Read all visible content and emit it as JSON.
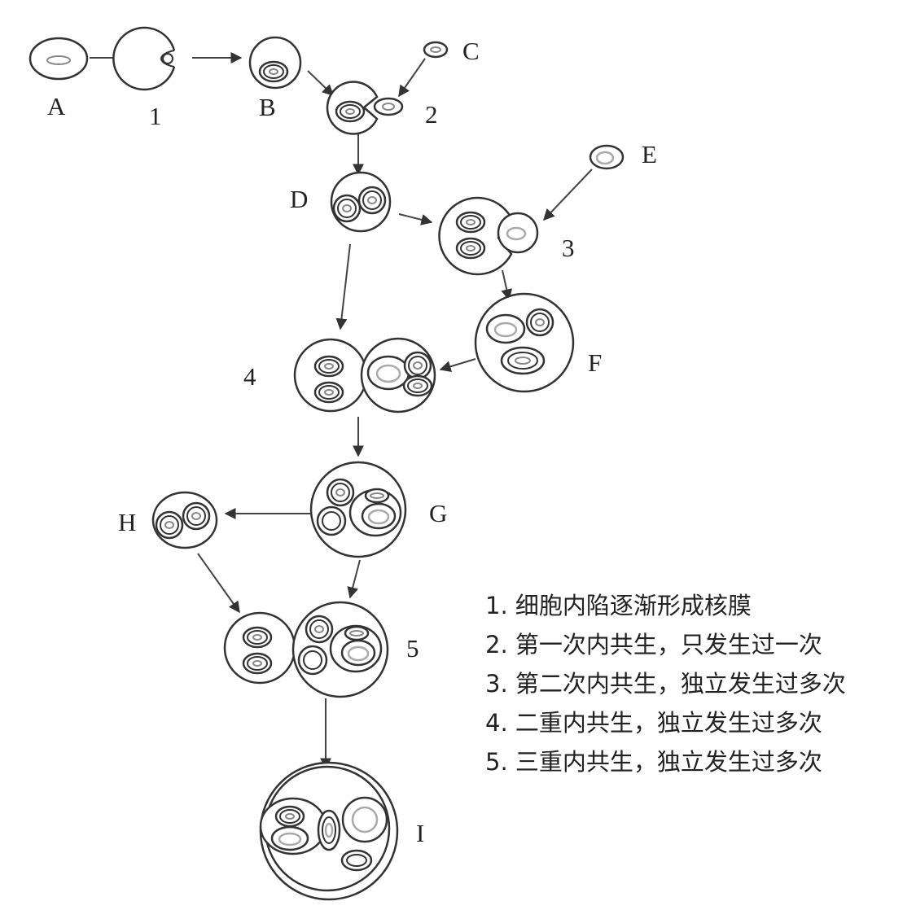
{
  "labels": {
    "A": "A",
    "B": "B",
    "C": "C",
    "D": "D",
    "E": "E",
    "F": "F",
    "G": "G",
    "H": "H",
    "I": "I",
    "n1": "1",
    "n2": "2",
    "n3": "3",
    "n4": "4",
    "n5": "5"
  },
  "legend": [
    "1. 细胞内陷逐渐形成核膜",
    "2. 第一次内共生，只发生过一次",
    "3. 第二次内共生，独立发生过多次",
    "4. 二重内共生，独立发生过多次",
    "5. 三重内共生，独立发生过多次"
  ],
  "colors": {
    "stroke": "#333333",
    "inner_stroke": "#888888",
    "cyto_stroke": "#aaaaaa"
  }
}
